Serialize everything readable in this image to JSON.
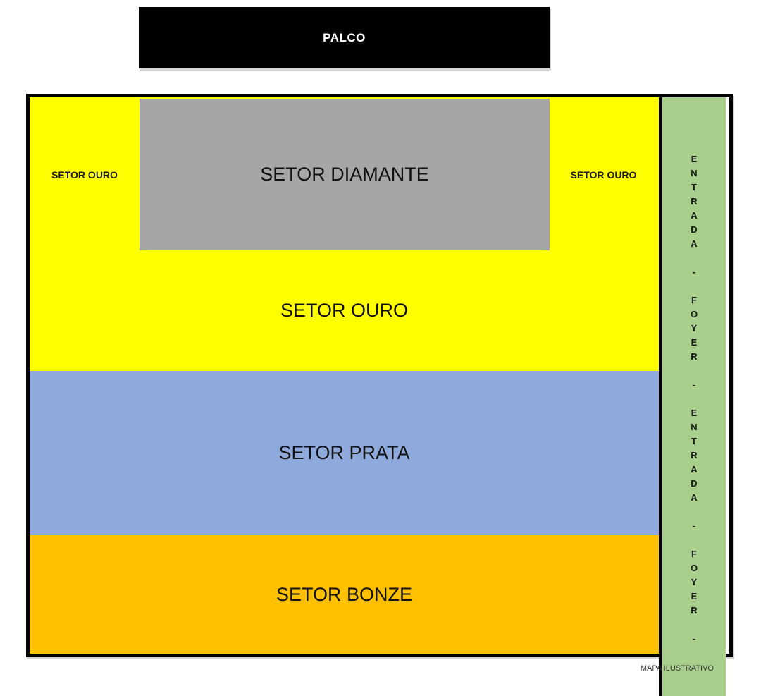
{
  "stage": {
    "label": "PALCO",
    "color": "#000000",
    "text_color": "#ffffff"
  },
  "sectors": {
    "diamante": {
      "label": "SETOR DIAMANTE",
      "color": "#a6a6a6"
    },
    "ouro_left": {
      "label": "SETOR OURO",
      "color": "#ffff00"
    },
    "ouro_right": {
      "label": "SETOR OURO",
      "color": "#ffff00"
    },
    "ouro": {
      "label": "SETOR OURO",
      "color": "#ffff00"
    },
    "prata": {
      "label": "SETOR PRATA",
      "color": "#8ea9db"
    },
    "bonze": {
      "label": "SETOR BONZE",
      "color": "#ffc000"
    }
  },
  "entrance": {
    "vertical_text": "ENTRADA - FOYER - ENTRADA - FOYER -",
    "color": "#a9cf8d"
  },
  "caption": "MAPA ILUSTRATIVO"
}
